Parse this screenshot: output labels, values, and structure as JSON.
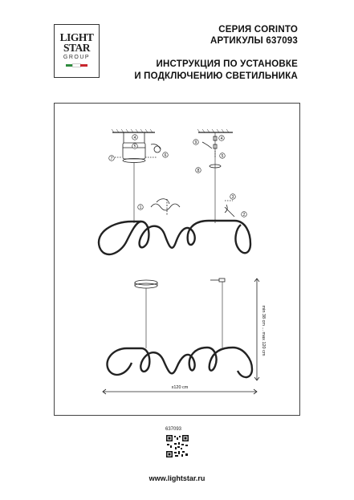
{
  "logo": {
    "line1": "LIGHT",
    "line2": "STAR",
    "line3": "GROUP",
    "flag_colors": [
      "#2e8b3e",
      "#ffffff",
      "#c8262e"
    ]
  },
  "header": {
    "series": "СЕРИЯ CORINTO",
    "article": "АРТИКУЛЫ 637093",
    "instruction_line1": "ИНСТРУКЦИЯ ПО УСТАНОВКЕ",
    "instruction_line2": "И ПОДКЛЮЧЕНИЮ СВЕТИЛЬНИКА"
  },
  "diagram": {
    "callouts": [
      "1",
      "2",
      "3",
      "4",
      "5",
      "6",
      "7",
      "8",
      "9"
    ],
    "height_label": "min 38 cm ... max 120 cm",
    "width_label": "x120 cm"
  },
  "footer": {
    "article_number": "637093",
    "website": "www.lightstar.ru"
  }
}
